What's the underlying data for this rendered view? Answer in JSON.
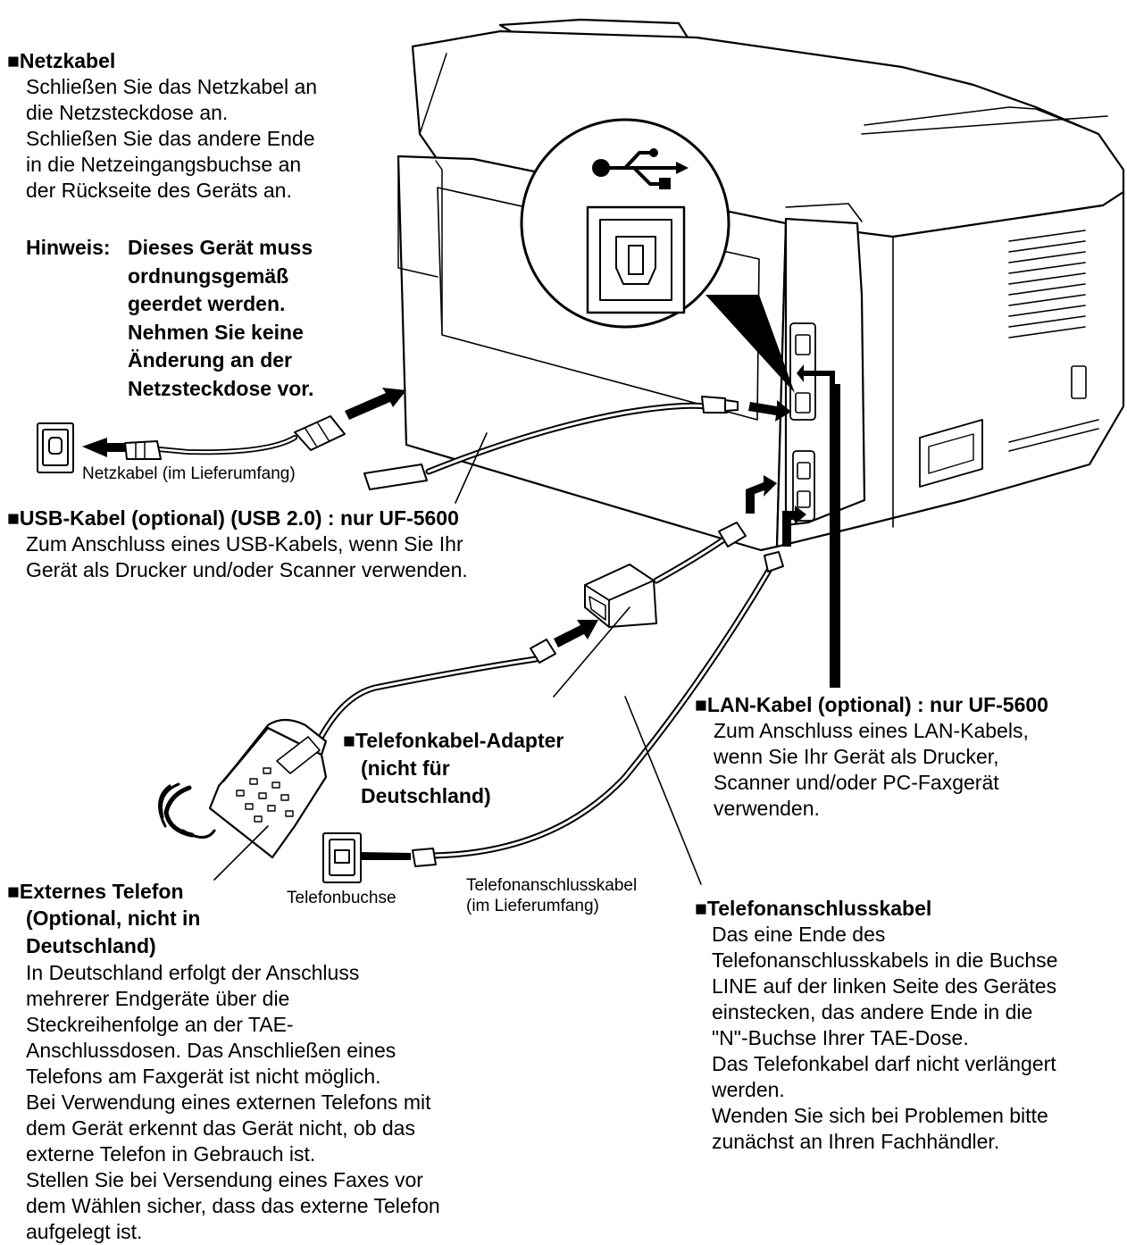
{
  "netzkabel": {
    "heading": "Netzkabel",
    "lines": [
      "Schließen Sie das Netzkabel an",
      "die Netzsteckdose an.",
      "Schließen Sie das andere Ende",
      "in die Netzeingangsbuchse an",
      "der Rückseite des Geräts an."
    ]
  },
  "hinweis": {
    "label": "Hinweis:",
    "lines": [
      "Dieses Gerät muss",
      "ordnungsgemäß",
      "geerdet werden.",
      "Nehmen Sie keine",
      "Änderung an der",
      "Netzsteckdose vor."
    ]
  },
  "netzkabel_caption": "Netzkabel (im Lieferumfang)",
  "usb": {
    "heading": "USB-Kabel (optional) (USB 2.0) : nur UF-5600",
    "lines": [
      "Zum Anschluss eines USB-Kabels, wenn Sie Ihr",
      "Gerät als Drucker und/oder Scanner verwenden."
    ]
  },
  "lan": {
    "heading": "LAN-Kabel (optional) : nur UF-5600",
    "lines": [
      "Zum Anschluss eines LAN-Kabels,",
      "wenn Sie Ihr Gerät als Drucker,",
      "Scanner und/oder PC-Faxgerät",
      "verwenden."
    ]
  },
  "adapter": {
    "lines": [
      "Telefonkabel-Adapter",
      "(nicht für",
      "Deutschland)"
    ]
  },
  "extern": {
    "heading_lines": [
      "Externes Telefon",
      "(Optional, nicht in",
      "Deutschland)"
    ],
    "lines": [
      "In Deutschland erfolgt der Anschluss",
      "mehrerer Endgeräte über die",
      "Steckreihenfolge an der TAE-",
      "Anschlussdosen. Das Anschließen eines",
      "Telefons am Faxgerät ist nicht möglich.",
      "Bei Verwendung eines externen Telefons mit",
      "dem Gerät erkennt das Gerät nicht, ob das",
      "externe Telefon in Gebrauch ist.",
      "Stellen Sie bei Versendung eines Faxes vor",
      "dem Wählen sicher, dass das externe Telefon",
      "aufgelegt ist."
    ]
  },
  "telefonbuchse_caption": "Telefonbuchse",
  "telefonanschluss_caption": [
    "Telefonanschlusskabel",
    "(im Lieferumfang)"
  ],
  "tak": {
    "heading": "Telefonanschlusskabel",
    "lines": [
      "Das eine Ende des",
      "Telefonanschlusskabels in die Buchse",
      "LINE auf der linken Seite des Gerätes",
      "einstecken, das andere Ende in die",
      "\"N\"-Buchse Ihrer TAE-Dose.",
      "Das Telefonkabel darf nicht verlängert",
      "werden.",
      "Wenden Sie sich bei Problemen bitte",
      "zunächst an Ihren Fachhändler."
    ]
  },
  "marker": "■"
}
